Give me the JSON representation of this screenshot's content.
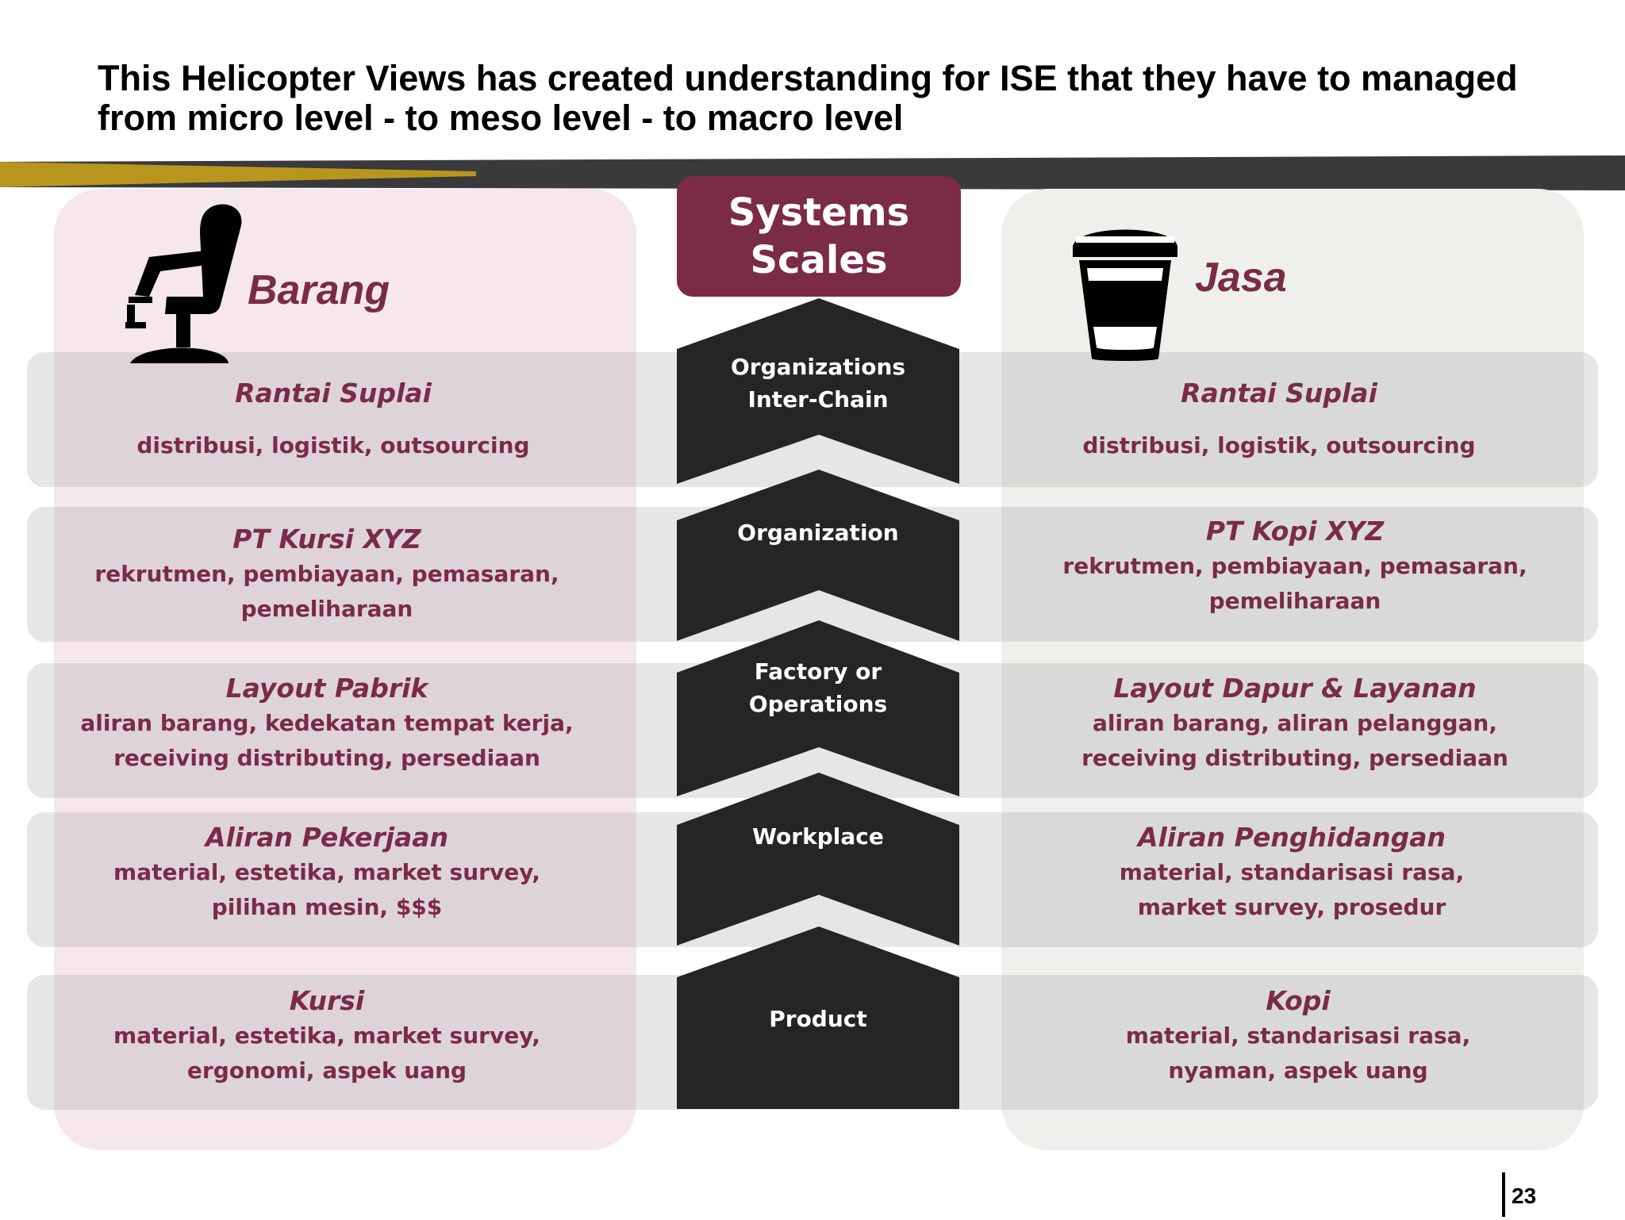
{
  "title": "This Helicopter Views has created understanding for ISE that they have to managed from micro level - to meso level - to macro level",
  "center": {
    "title_line1": "Systems",
    "title_line2": "Scales",
    "levels": [
      {
        "line1": "Organizations",
        "line2": "Inter-Chain"
      },
      {
        "line1": "Organization",
        "line2": ""
      },
      {
        "line1": "Factory or",
        "line2": "Operations"
      },
      {
        "line1": "Workplace",
        "line2": ""
      },
      {
        "line1": "Product",
        "line2": ""
      }
    ]
  },
  "left": {
    "heading": "Barang",
    "icon": "barber-chair-icon",
    "rows": [
      {
        "head": "Rantai Suplai",
        "desc1": "distribusi, logistik, outsourcing",
        "desc2": ""
      },
      {
        "head": "PT Kursi XYZ",
        "desc1": "rekrutmen, pembiayaan, pemasaran,",
        "desc2": "pemeliharaan"
      },
      {
        "head": "Layout Pabrik",
        "desc1": "aliran barang, kedekatan tempat kerja,",
        "desc2": "receiving distributing, persediaan"
      },
      {
        "head": "Aliran Pekerjaan",
        "desc1": "material, estetika, market survey,",
        "desc2": "pilihan mesin,  $$$"
      },
      {
        "head": "Kursi",
        "desc1": "material, estetika, market survey,",
        "desc2": "ergonomi, aspek uang"
      }
    ]
  },
  "right": {
    "heading": "Jasa",
    "icon": "coffee-cup-icon",
    "rows": [
      {
        "head": "Rantai Suplai",
        "desc1": "distribusi, logistik, outsourcing",
        "desc2": ""
      },
      {
        "head": "PT Kopi XYZ",
        "desc1": "rekrutmen, pembiayaan, pemasaran,",
        "desc2": "pemeliharaan"
      },
      {
        "head": "Layout Dapur & Layanan",
        "desc1": "aliran barang,  aliran pelanggan,",
        "desc2": "receiving distributing, persediaan"
      },
      {
        "head": "Aliran Penghidangan",
        "desc1": "material, standarisasi rasa,",
        "desc2": "market survey, prosedur"
      },
      {
        "head": "Kopi",
        "desc1": "material, standarisasi rasa,",
        "desc2": "nyaman, aspek uang"
      }
    ]
  },
  "colors": {
    "accent": "#7a2b48",
    "gold": "#b8961e",
    "dark": "#252527"
  },
  "page_number": "23"
}
